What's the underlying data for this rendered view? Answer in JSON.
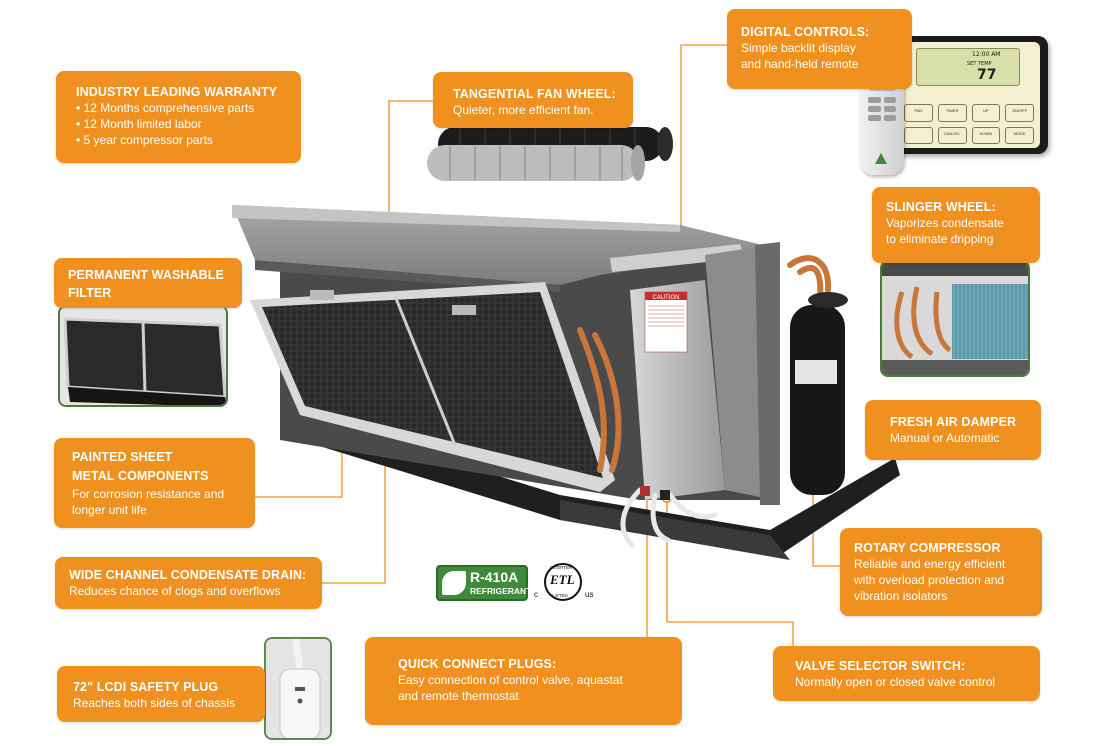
{
  "callouts": {
    "warranty": {
      "title": "INDUSTRY LEADING WARRANTY",
      "lines": [
        "• 12 Months comprehensive parts",
        "• 12 Month limited labor",
        "• 5 year compressor parts"
      ]
    },
    "fan": {
      "title": "TANGENTIAL FAN WHEEL:",
      "lines": [
        "Quieter, more efficient fan."
      ]
    },
    "controls": {
      "title": "DIGITAL CONTROLS:",
      "lines": [
        "Simple backlit display",
        "and hand-held remote"
      ]
    },
    "slinger": {
      "title": "SLINGER WHEEL:",
      "lines": [
        "Vaporizes condensate",
        "to eliminate dripping"
      ]
    },
    "filter": {
      "title": "PERMANENT WASHABLE",
      "title2": "FILTER"
    },
    "damper": {
      "title": "FRESH AIR DAMPER",
      "lines": [
        "Manual or Automatic"
      ]
    },
    "sheet_metal": {
      "title": "PAINTED SHEET",
      "title2": "METAL COMPONENTS",
      "lines": [
        "For corrosion resistance and",
        "longer unit life"
      ]
    },
    "compressor": {
      "title": "ROTARY COMPRESSOR",
      "lines": [
        "Reliable and energy efficient",
        "with overload protection and",
        "vibration isolators"
      ]
    },
    "drain": {
      "title": "WIDE CHANNEL CONDENSATE DRAIN:",
      "lines": [
        "Reduces chance of clogs and overflows"
      ]
    },
    "plugs": {
      "title": "QUICK CONNECT PLUGS:",
      "lines": [
        "Easy connection of control valve, aquastat",
        "and remote thermostat"
      ]
    },
    "valve": {
      "title": "VALVE SELECTOR SWITCH:",
      "lines": [
        "Normally open or closed valve control"
      ]
    },
    "lcdi": {
      "title": "72\" LCDI SAFETY PLUG",
      "lines": [
        "Reaches both sides of chassis"
      ]
    }
  },
  "badges": {
    "r410a_line1": "R-410A",
    "r410a_line2": "REFRIGERANT",
    "etl_mark": "ETL",
    "etl_c": "c",
    "etl_us": "us",
    "etl_intertek": "INTERTEK",
    "etl_listed": "LISTED"
  },
  "unit_labels": {
    "caution": "CAUTION"
  },
  "thermostat": {
    "display_time": "12:00 AM",
    "set_temp_label": "SET TEMP",
    "temp_value": "77",
    "buttons": [
      "FAN",
      "TIMER",
      "UP",
      "ON/OFF",
      "",
      "CANCEL",
      "DOWN",
      "MODE"
    ]
  },
  "colors": {
    "callout_orange": "#f0901e",
    "leader_line": "#f0901e",
    "photo_border": "#4a7a3c",
    "badge_green": "#3f8a3a"
  }
}
